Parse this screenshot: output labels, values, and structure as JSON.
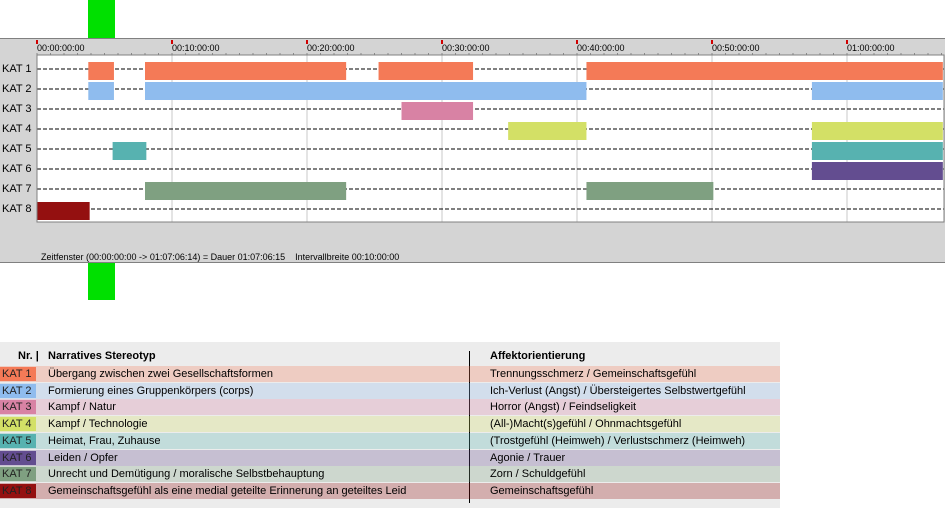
{
  "chart_data": {
    "type": "timeline",
    "rows": [
      "KAT 1",
      "KAT 2",
      "KAT 3",
      "KAT 4",
      "KAT 5",
      "KAT 6",
      "KAT 7",
      "KAT 8"
    ],
    "x_ticks": [
      "00:00:00:00",
      "00:10:00:00",
      "00:20:00:00",
      "00:30:00:00",
      "00:40:00:00",
      "00:50:00:00",
      "01:00:00:00"
    ],
    "x_range_minutes": [
      0,
      67.1
    ],
    "tick_interval_minutes": 10,
    "marker_minutes": [
      3.7,
      5.7
    ],
    "colors": {
      "KAT 1": "#f47a57",
      "KAT 2": "#8fbcee",
      "KAT 3": "#d882a4",
      "KAT 4": "#d3e066",
      "KAT 5": "#57b2b0",
      "KAT 6": "#634d90",
      "KAT 7": "#7fa081",
      "KAT 8": "#941010"
    },
    "segments": [
      {
        "row": "KAT 1",
        "start": 3.8,
        "end": 5.7
      },
      {
        "row": "KAT 1",
        "start": 8.0,
        "end": 22.9
      },
      {
        "row": "KAT 1",
        "start": 25.3,
        "end": 32.3
      },
      {
        "row": "KAT 1",
        "start": 40.7,
        "end": 67.1
      },
      {
        "row": "KAT 2",
        "start": 3.8,
        "end": 5.7
      },
      {
        "row": "KAT 2",
        "start": 8.0,
        "end": 40.7
      },
      {
        "row": "KAT 2",
        "start": 57.4,
        "end": 67.1
      },
      {
        "row": "KAT 3",
        "start": 27.0,
        "end": 32.3
      },
      {
        "row": "KAT 4",
        "start": 34.9,
        "end": 40.7
      },
      {
        "row": "KAT 4",
        "start": 57.4,
        "end": 67.1
      },
      {
        "row": "KAT 5",
        "start": 5.6,
        "end": 8.1
      },
      {
        "row": "KAT 5",
        "start": 57.4,
        "end": 67.1
      },
      {
        "row": "KAT 6",
        "start": 57.4,
        "end": 67.1
      },
      {
        "row": "KAT 7",
        "start": 8.0,
        "end": 22.9
      },
      {
        "row": "KAT 7",
        "start": 40.7,
        "end": 50.1
      },
      {
        "row": "KAT 8",
        "start": 0.0,
        "end": 3.9
      }
    ],
    "status": "Zeitfenster (00:00:00:00 -> 01:07:06:14) = Dauer 01:07:06:15    Intervallbreite 00:10:00:00"
  },
  "legend": {
    "headers": {
      "nr": "Nr.",
      "narrative": "Narratives Stereotyp",
      "affect": "Affektorientierung"
    },
    "items": [
      {
        "kat": "KAT 1",
        "color": "#f47a57",
        "narrative": "Übergang zwischen zwei Gesellschaftsformen",
        "affect": "Trennungsschmerz / Gemeinschaftsgefühl"
      },
      {
        "kat": "KAT 2",
        "color": "#8fbcee",
        "narrative": "Formierung eines Gruppenkörpers (corps)",
        "affect": "Ich-Verlust (Angst) / Übersteigertes Selbstwertgefühl"
      },
      {
        "kat": "KAT 3",
        "color": "#d882a4",
        "narrative": "Kampf / Natur",
        "affect": "Horror (Angst) / Feindseligkeit"
      },
      {
        "kat": "KAT 4",
        "color": "#d3e066",
        "narrative": "Kampf / Technologie",
        "affect": "(All-)Macht(s)gefühl / Ohnmachtsgefühl"
      },
      {
        "kat": "KAT 5",
        "color": "#57b2b0",
        "narrative": "Heimat, Frau, Zuhause",
        "affect": "(Trostgefühl (Heimweh) / Verlustschmerz (Heimweh)"
      },
      {
        "kat": "KAT 6",
        "color": "#634d90",
        "narrative": "Leiden / Opfer",
        "affect": "Agonie / Trauer"
      },
      {
        "kat": "KAT 7",
        "color": "#7fa081",
        "narrative": "Unrecht und Demütigung / moralische Selbstbehauptung",
        "affect": "Zorn / Schuldgefühl"
      },
      {
        "kat": "KAT 8",
        "color": "#941010",
        "narrative": "Gemeinschaftsgefühl als eine medial geteilte Erinnerung an geteiltes Leid",
        "affect": "Gemeinschaftsgefühl"
      }
    ]
  }
}
